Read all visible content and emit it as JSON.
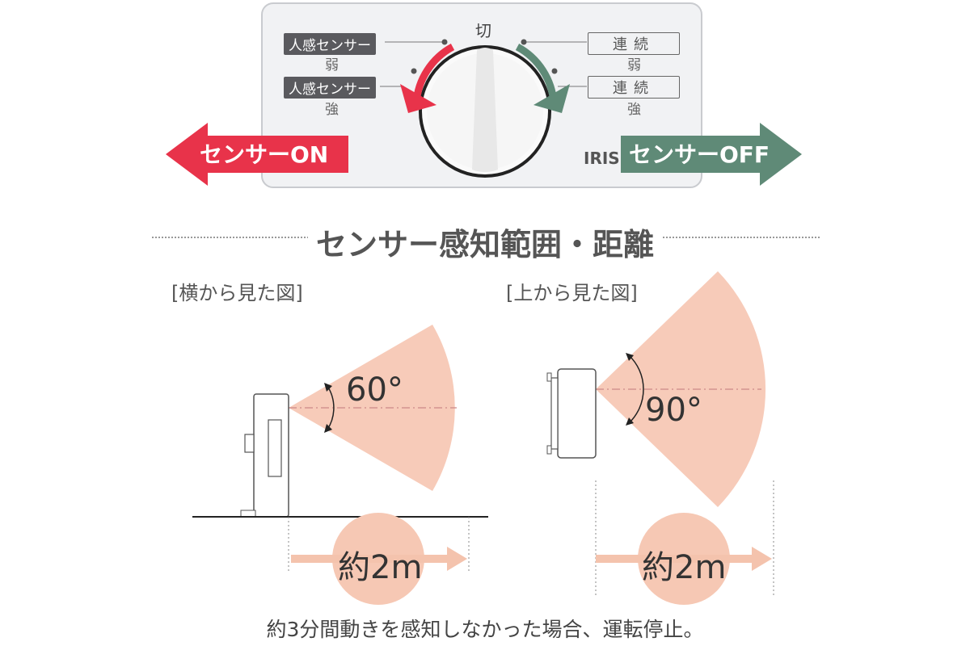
{
  "panel": {
    "off_label": "切",
    "sensor_label": "人感センサー",
    "continuous_label": "連続",
    "weak": "弱",
    "strong": "強",
    "brand": "IRIS O"
  },
  "arrows": {
    "on": {
      "label": "センサーON",
      "color": "#e8334a"
    },
    "off": {
      "label": "センサーOFF",
      "color": "#5f8a77"
    }
  },
  "section_title": "センサー感知範囲・距離",
  "side_view": {
    "caption": "[横から見た図]",
    "angle": "60°",
    "distance": "約2m"
  },
  "top_view": {
    "caption": "[上から見た図]",
    "angle": "90°",
    "distance": "約2m"
  },
  "footer": "約3分間動きを感知しなかった場合、運転停止。",
  "colors": {
    "fan": "#f7cbb9",
    "circle": "#f6c8b4",
    "distance_arrow": "#f4c3ad"
  }
}
